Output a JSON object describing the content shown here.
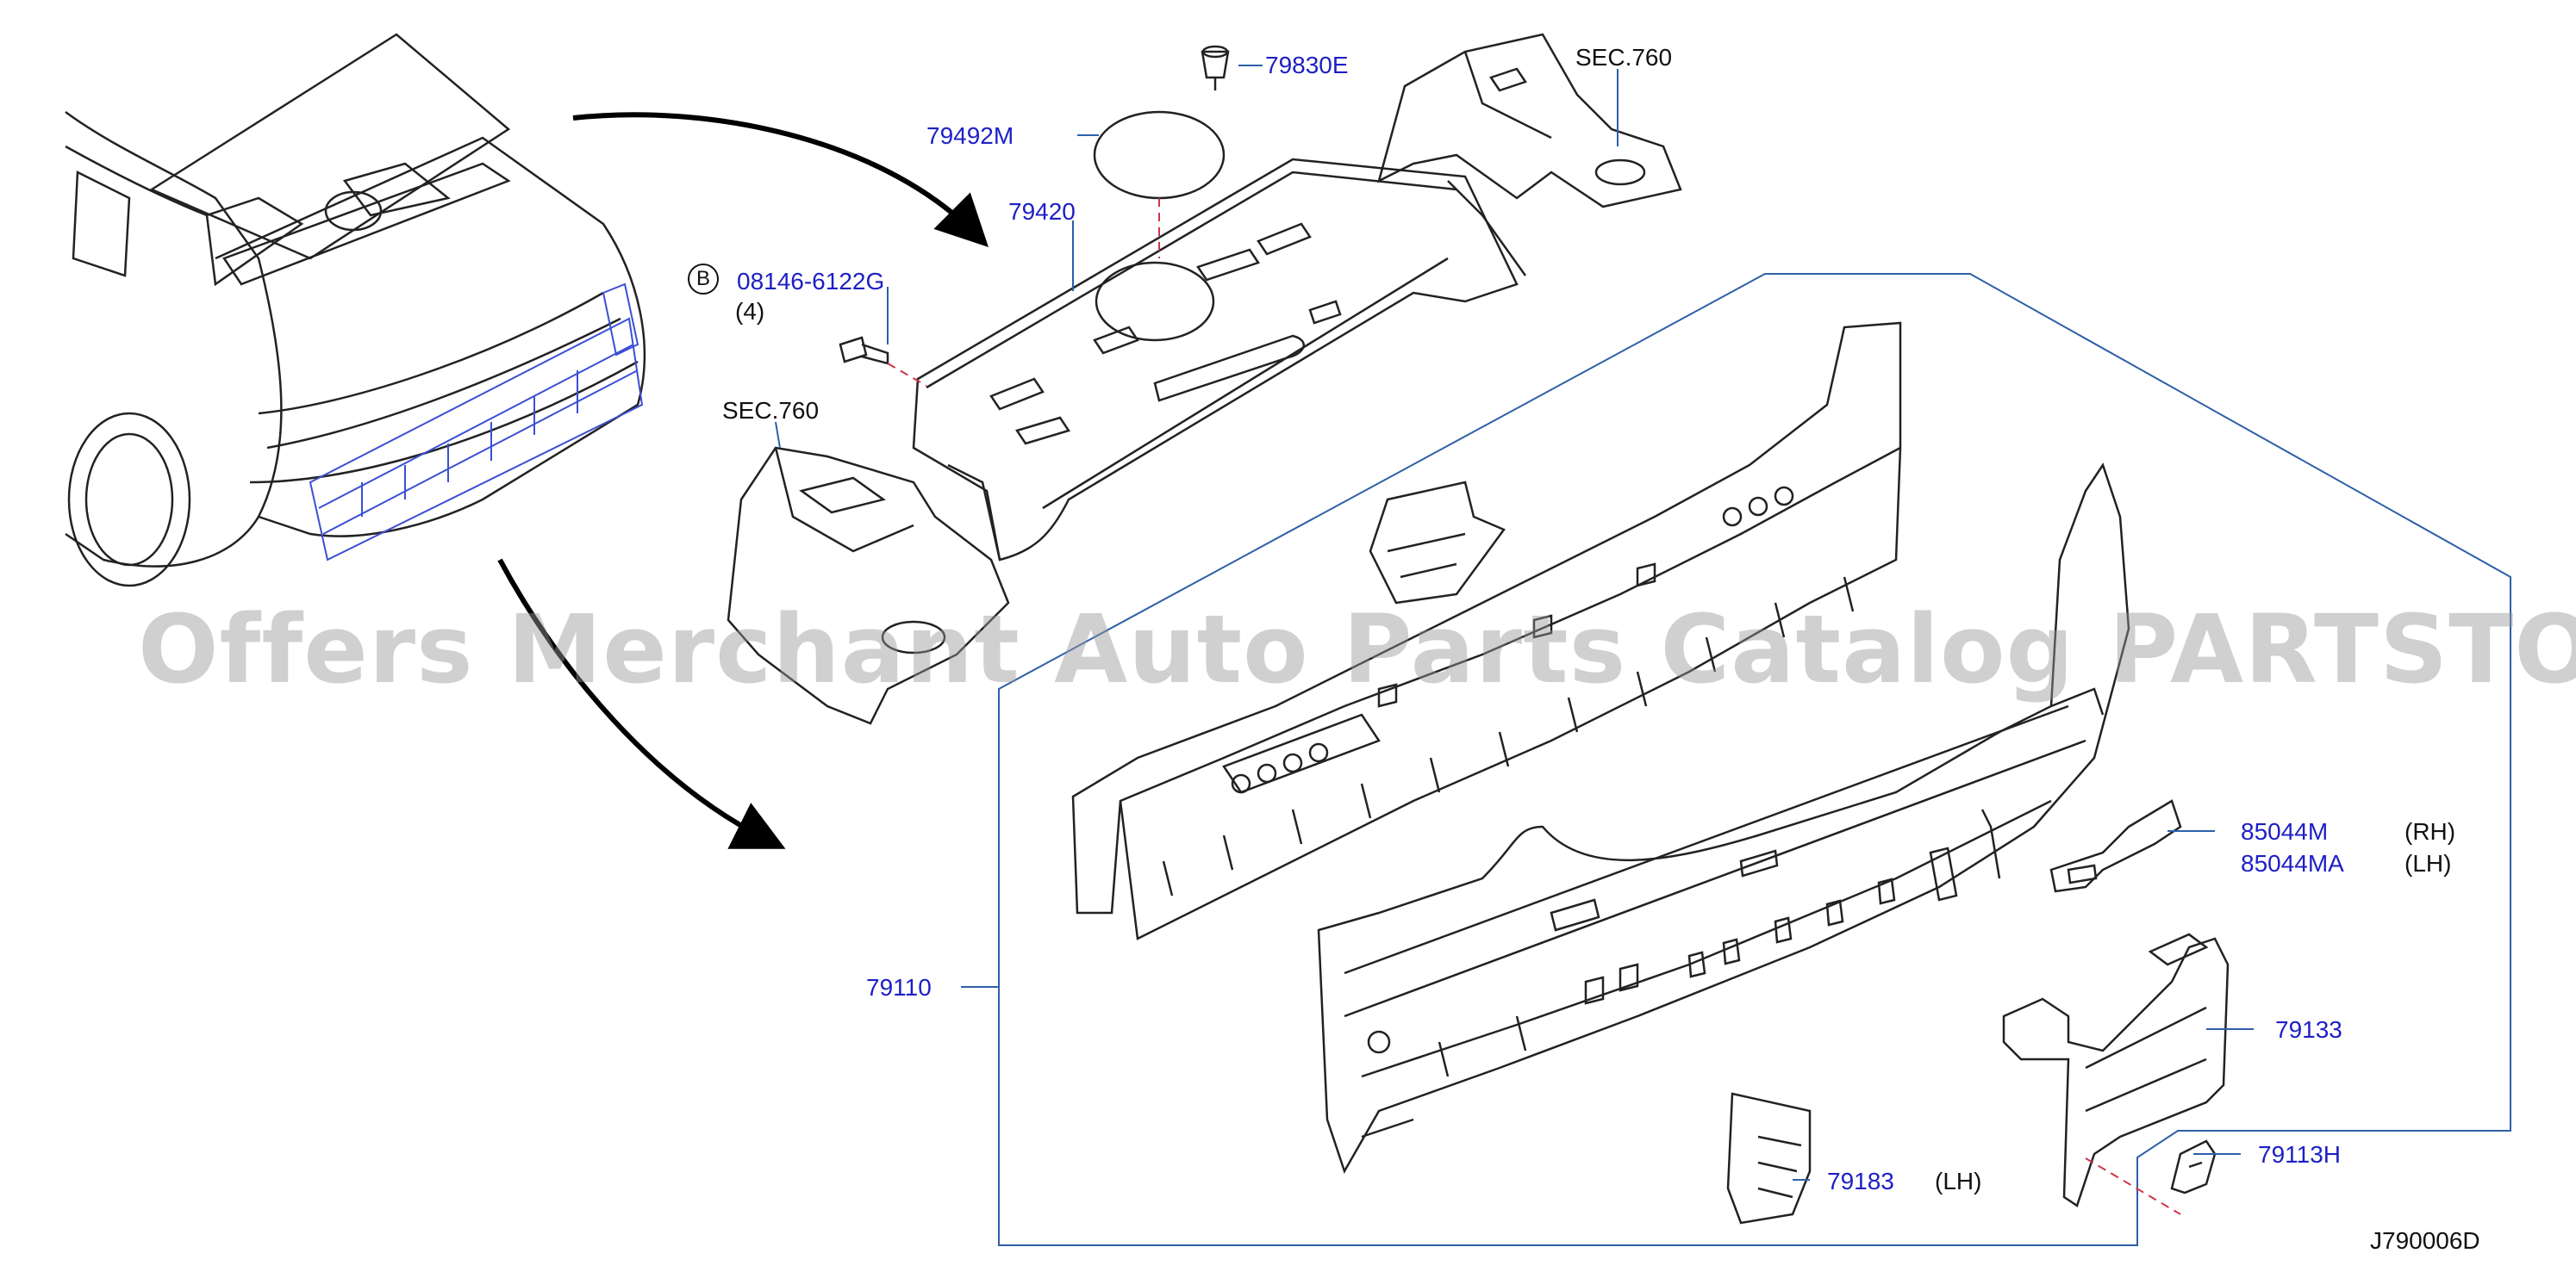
{
  "watermark": "Offers Merchant Auto Parts Catalog PARTSTORE.SA",
  "diagram_code": "J790006D",
  "colors": {
    "part_label": "#1d1fc4",
    "linework": "#222222",
    "highlight": "#3a4fd4",
    "callout_line": "#2e5fa8",
    "leader_dash": "#d0334a"
  },
  "labels": {
    "p79830E": "79830E",
    "p79492M": "79492M",
    "p79420": "79420",
    "bolt_circle": "B",
    "bolt": "08146-6122G",
    "bolt_qty": "(4)",
    "sec760_a": "SEC.760",
    "sec760_b": "SEC.760",
    "p79110": "79110",
    "p85044M": "85044M",
    "p85044M_side": "(RH)",
    "p85044MA": "85044MA",
    "p85044MA_side": "(LH)",
    "p79133": "79133",
    "p79113H": "79113H",
    "p79183": "79183",
    "p79183_side": "(LH)"
  }
}
